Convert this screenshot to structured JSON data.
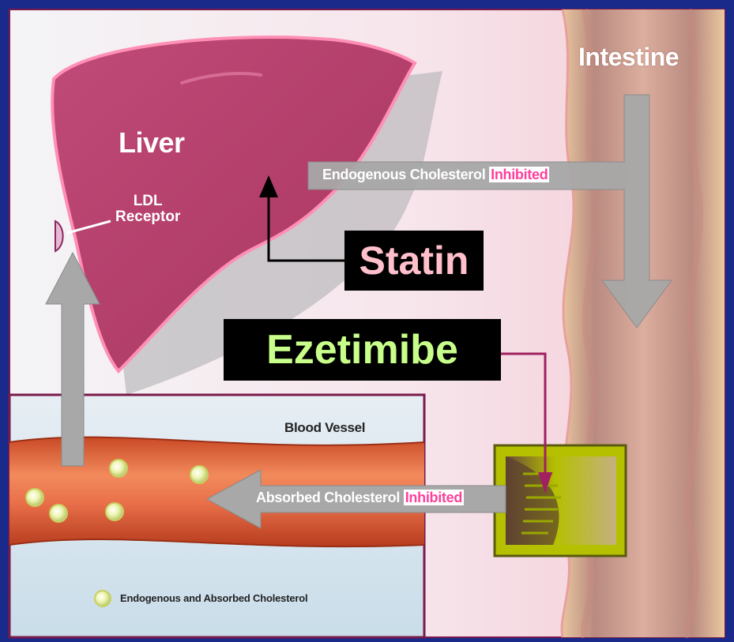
{
  "labels": {
    "liver": "Liver",
    "ldl_receptor_line1": "LDL",
    "ldl_receptor_line2": "Receptor",
    "intestine": "Intestine",
    "endogenous_text": "Endogenous Cholesterol",
    "endogenous_inhibited": "Inhibited",
    "statin": "Statin",
    "ezetimibe": "Ezetimibe",
    "blood_vessel": "Blood Vessel",
    "absorbed_text": "Absorbed Cholesterol",
    "absorbed_inhibited": "Inhibited",
    "legend": "Endogenous and Absorbed Cholesterol"
  },
  "colors": {
    "frame": "#1a2a8a",
    "liver": "#b84070",
    "liver_outline": "#ff8fb4",
    "statin_text": "#ffc0cc",
    "ezetimibe_text": "#c8ff8a",
    "drug_box": "#000000",
    "inhibited": "#ff3f9c",
    "blood_vessel": "#e86a3a",
    "absorption_box": "#b8c400",
    "arrow": "#a8a8a8",
    "cholesterol_particle": "#e8f0a0"
  }
}
